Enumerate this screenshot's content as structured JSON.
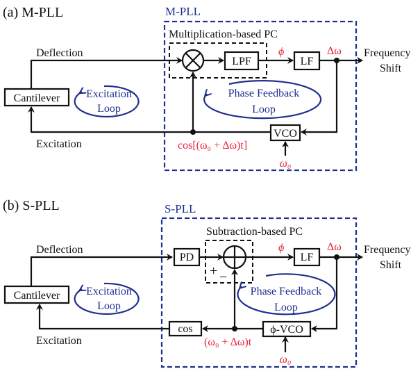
{
  "colors": {
    "accent_blue": "#1f2f8f",
    "signal_red": "#e8213a",
    "line": "#111111"
  },
  "panel_a": {
    "label": "(a) M-PLL",
    "box_title": "M-PLL",
    "pc_title": "Multiplication-based PC",
    "deflection": "Deflection",
    "excitation": "Excitation",
    "cantilever": "Cantilever",
    "lpf": "LPF",
    "lf": "LF",
    "vco": "VCO",
    "phi": "ϕ",
    "delta_omega": "Δω",
    "freq_shift_1": "Frequency",
    "freq_shift_2": "Shift",
    "cos_signal": "cos[(ω₀ + Δω)t]",
    "omega0": "ω₀",
    "excitation_loop_1": "Excitation",
    "excitation_loop_2": "Loop",
    "phase_loop_1": "Phase Feedback",
    "phase_loop_2": "Loop",
    "multiplier_icon": "circle-times"
  },
  "panel_b": {
    "label": "(b) S-PLL",
    "box_title": "S-PLL",
    "pc_title": "Subtraction-based PC",
    "deflection": "Deflection",
    "excitation": "Excitation",
    "cantilever": "Cantilever",
    "pd": "PD",
    "lf": "LF",
    "vco": "ϕ-VCO",
    "cos": "cos",
    "phi": "ϕ",
    "delta_omega": "Δω",
    "freq_shift_1": "Frequency",
    "freq_shift_2": "Shift",
    "phase_signal": "(ω₀ + Δω)t",
    "omega0": "ω₀",
    "plus": "+",
    "minus": "−",
    "excitation_loop_1": "Excitation",
    "excitation_loop_2": "Loop",
    "phase_loop_1": "Phase Feedback",
    "phase_loop_2": "Loop",
    "summer_icon": "circle-plus"
  }
}
